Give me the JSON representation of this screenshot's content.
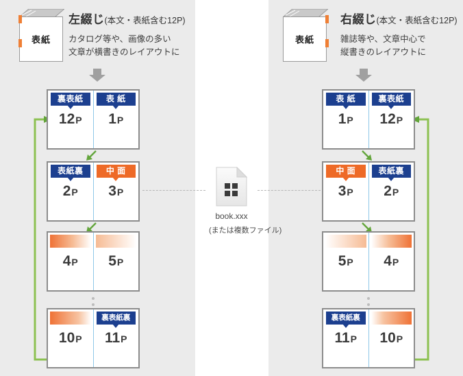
{
  "diagram": {
    "type": "book-imposition",
    "total_pages_label": "12P"
  },
  "sections": [
    {
      "id": "left-binding",
      "binding": "left",
      "book_cover_label": "表紙",
      "title_main": "左綴じ",
      "title_note": "(本文・表紙含む12P)",
      "desc_line1": "カタログ等や、画像の多い",
      "desc_line2": "文章が横書きのレイアウトに",
      "spreads": [
        {
          "pages": [
            {
              "num": "12",
              "unit": "P",
              "tag": "裏表紙",
              "tag_color": "navy"
            },
            {
              "num": "1",
              "unit": "P",
              "tag": "表 紙",
              "tag_color": "navy"
            }
          ]
        },
        {
          "pages": [
            {
              "num": "2",
              "unit": "P",
              "tag": "表紙裏",
              "tag_color": "navy"
            },
            {
              "num": "3",
              "unit": "P",
              "tag": "中 面",
              "tag_color": "orange"
            }
          ]
        },
        {
          "pages": [
            {
              "num": "4",
              "unit": "P",
              "tag": null,
              "bar": "to-right"
            },
            {
              "num": "5",
              "unit": "P",
              "tag": null,
              "bar": "to-right-cont"
            }
          ]
        },
        {
          "pages": [
            {
              "num": "10",
              "unit": "P",
              "tag": null,
              "bar": "solid-l"
            },
            {
              "num": "11",
              "unit": "P",
              "tag": "裏表紙裏",
              "tag_color": "navy"
            }
          ]
        }
      ]
    },
    {
      "id": "right-binding",
      "binding": "right",
      "book_cover_label": "表紙",
      "title_main": "右綴じ",
      "title_note": "(本文・表紙含む12P)",
      "desc_line1": "雑誌等や、文章中心で",
      "desc_line2": "縦書きのレイアウトに",
      "spreads": [
        {
          "pages": [
            {
              "num": "1",
              "unit": "P",
              "tag": "表 紙",
              "tag_color": "navy"
            },
            {
              "num": "12",
              "unit": "P",
              "tag": "裏表紙",
              "tag_color": "navy"
            }
          ]
        },
        {
          "pages": [
            {
              "num": "3",
              "unit": "P",
              "tag": "中 面",
              "tag_color": "orange"
            },
            {
              "num": "2",
              "unit": "P",
              "tag": "表紙裏",
              "tag_color": "navy"
            }
          ]
        },
        {
          "pages": [
            {
              "num": "5",
              "unit": "P",
              "tag": null,
              "bar": "to-left-cont"
            },
            {
              "num": "4",
              "unit": "P",
              "tag": null,
              "bar": "to-left"
            }
          ]
        },
        {
          "pages": [
            {
              "num": "11",
              "unit": "P",
              "tag": "裏表紙裏",
              "tag_color": "navy"
            },
            {
              "num": "10",
              "unit": "P",
              "tag": null,
              "bar": "solid-r"
            }
          ]
        }
      ]
    }
  ],
  "center_file": {
    "icon": "file-grid-icon",
    "name": "book.xxx",
    "sub": "(または複数ファイル)"
  },
  "colors": {
    "panel_bg": "#ebebeb",
    "tag_navy": "#1c3f8f",
    "tag_orange": "#ee6a27",
    "gradient_orange": "#ef7236",
    "flow_green": "#8cc152",
    "spine_blue": "#8ec7e8",
    "staple_orange": "#ef7f35",
    "box_border": "#8c8c8c"
  }
}
